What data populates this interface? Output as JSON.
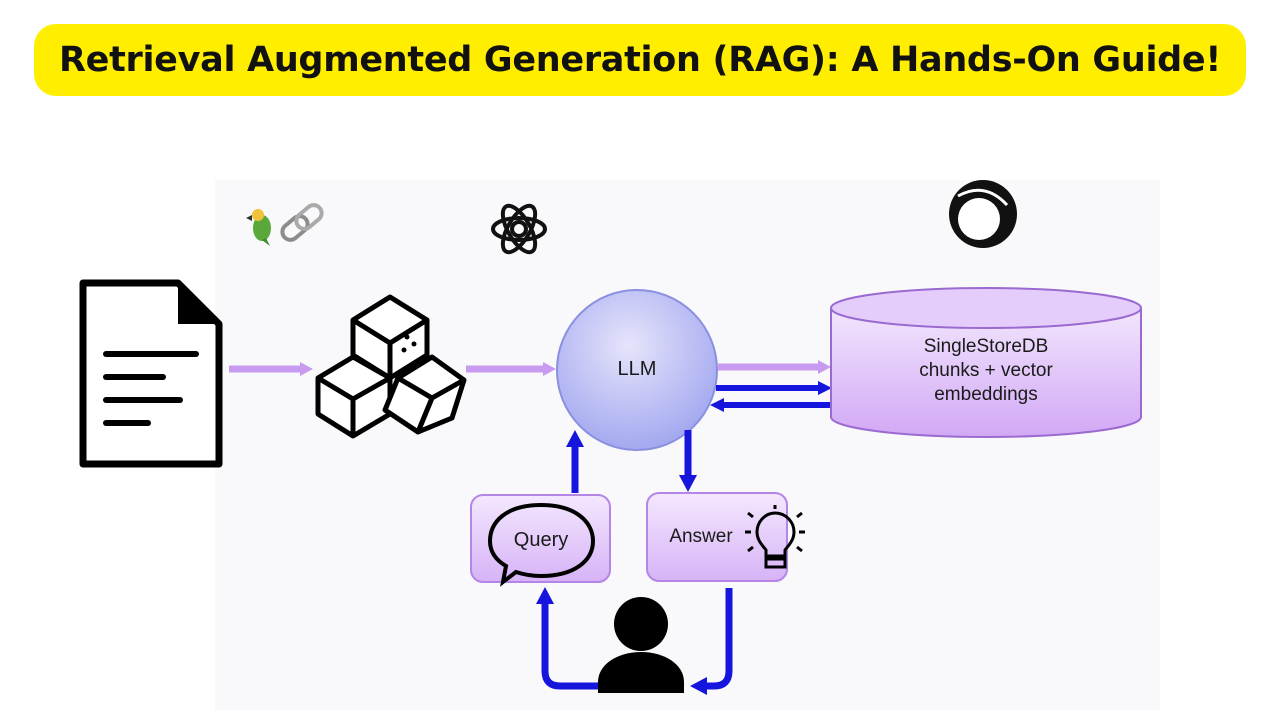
{
  "title": "Retrieval Augmented Generation (RAG): A Hands-On Guide!",
  "diagram": {
    "llm_label": "LLM",
    "db_lines": [
      "SingleStoreDB",
      "chunks + vector",
      "embeddings"
    ],
    "query_label": "Query",
    "answer_label": "Answer",
    "icons": {
      "document": "document-icon",
      "langchain": "langchain-parrot-link-icon",
      "openai": "openai-logo-icon",
      "singlestore": "singlestore-logo-icon",
      "chunks": "cubes-chunks-icon",
      "lightbulb": "lightbulb-icon",
      "user": "user-icon",
      "speech": "speech-bubble-icon"
    },
    "colors": {
      "banner": "#ffee00",
      "purple_fill": "#d9b8f7",
      "llm_fill": "#b7b9f5",
      "arrow_blue": "#1515dd",
      "arrow_lavender": "#c89af0"
    }
  }
}
